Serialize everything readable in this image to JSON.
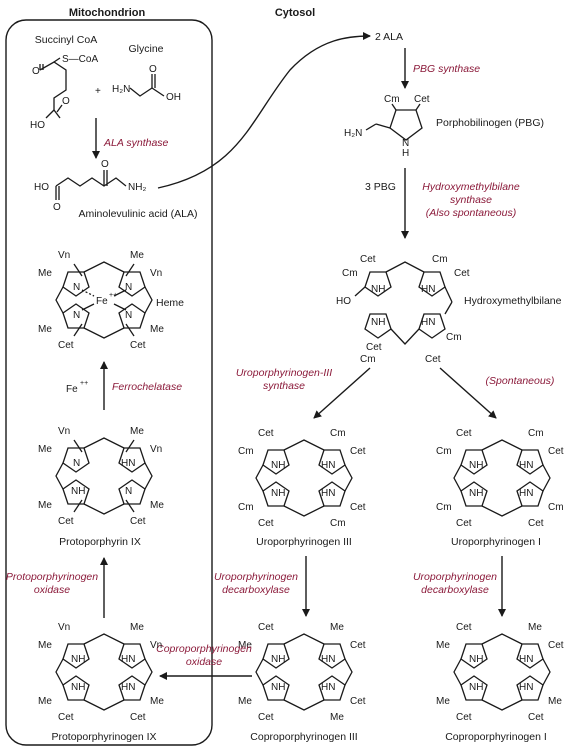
{
  "headers": {
    "mitochondrion": "Mitochondrion",
    "cytosol": "Cytosol"
  },
  "molecules": {
    "succinyl_coa": "Succinyl CoA",
    "glycine": "Glycine",
    "ala": "Aminolevulinic acid (ALA)",
    "two_ala": "2 ALA",
    "pbg": "Porphobilinogen (PBG)",
    "three_pbg": "3 PBG",
    "hmb": "Hydroxymethylbilane",
    "uro3": "Uroporphyrinogen III",
    "uro1": "Uroporphyrinogen I",
    "copro3": "Coproporphyrinogen III",
    "copro1": "Coproporphyrinogen I",
    "proto_gen": "Protoporphyrinogen IX",
    "proto": "Protoporphyrin IX",
    "heme": "Heme"
  },
  "enzymes": {
    "ala_synthase": "ALA synthase",
    "pbg_synthase": "PBG synthase",
    "hmb_synthase_1": "Hydroxymethylbilane",
    "hmb_synthase_2": "synthase",
    "hmb_synthase_3": "(Also spontaneous)",
    "uro3_synthase_1": "Uroporphyrinogen-III",
    "uro3_synthase_2": "synthase",
    "spontaneous": "(Spontaneous)",
    "uro_decarb_1": "Uroporphyrinogen",
    "uro_decarb_2": "decarboxylase",
    "copro_oxidase_1": "Coproporphyrinogen",
    "copro_oxidase_2": "oxidase",
    "proto_oxidase_1": "Protoporphyrinogen",
    "proto_oxidase_2": "oxidase",
    "ferrochelatase": "Ferrochelatase"
  },
  "atoms": {
    "s_coa": "S—CoA",
    "o": "O",
    "ho": "HO",
    "oh": "OH",
    "h2n": "H₂N",
    "nh2": "NH₂",
    "n": "N",
    "h": "H",
    "nh": "NH",
    "hn": "HN",
    "cm": "Cm",
    "cet": "Cet",
    "vn": "Vn",
    "me": "Me",
    "fe": "Fe",
    "fe_charge": "++",
    "fe_reagent": "Fe",
    "fe_reagent_charge": "++",
    "plus": "+"
  }
}
